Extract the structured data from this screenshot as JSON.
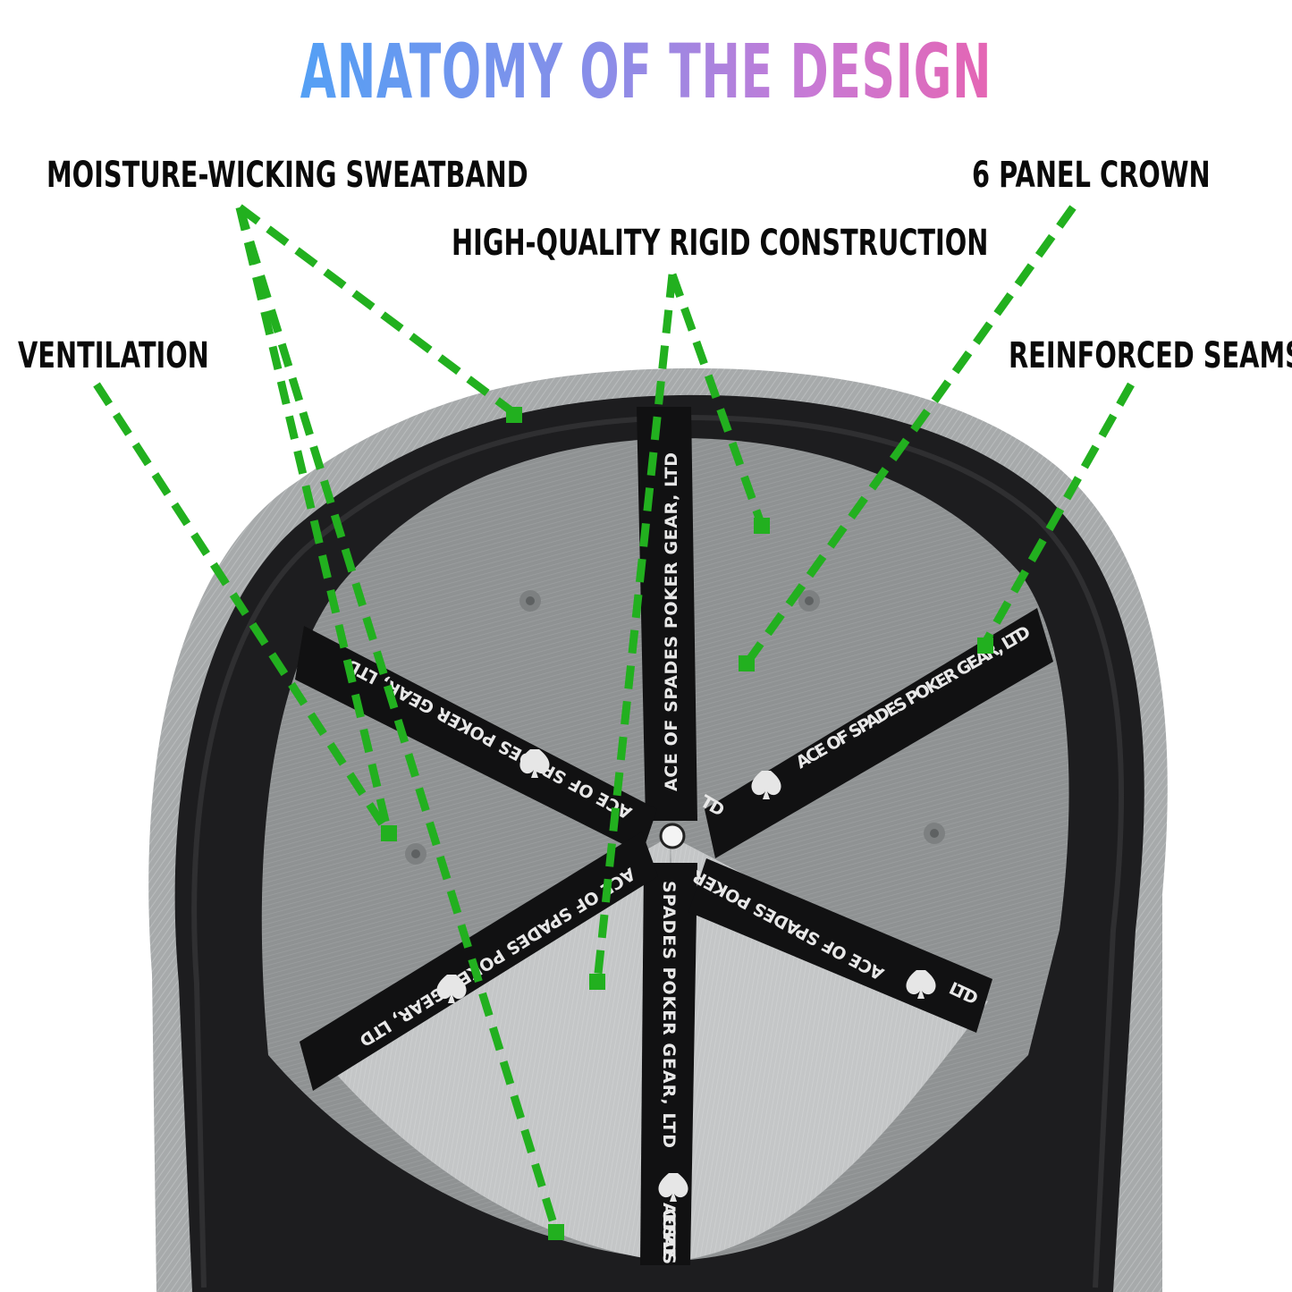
{
  "title": {
    "text": "ANATOMY OF THE DESIGN",
    "gradient_colors": [
      "#4aa3f7",
      "#8b8de8",
      "#c77ad6",
      "#ee5fa9"
    ]
  },
  "callouts": [
    {
      "id": "sweatband",
      "label": "MOISTURE-WICKING SWEATBAND"
    },
    {
      "id": "crown",
      "label": "6 PANEL CROWN"
    },
    {
      "id": "construction",
      "label": "HIGH-QUALITY RIGID CONSTRUCTION"
    },
    {
      "id": "ventilation",
      "label": "VENTILATION"
    },
    {
      "id": "seams",
      "label": "REINFORCED SEAMS"
    }
  ],
  "taping": {
    "text_top": "ACE OF SPADES POKER GEAR, LTD",
    "text_right": "ACE OF SPADES POKER GEAR, LTD",
    "text_left": "ACE OF SPADES POKER GEAR, LTD",
    "text_bottom": "SPADES POKER GEAR, LTD",
    "text_bottom_right": "ACE OF SPADES POKER",
    "text_bottom_left": "ACE OF SPADES POKER GEAR, LTD",
    "text_bottom_tail": "ACE OF SPADES",
    "text_left_tail": "ACE OF SPADES POKER",
    "text_right_tail": "LTD",
    "text_center": "TD"
  },
  "colors": {
    "leader_line": "#22b01f",
    "cap_outer": "#a9acac",
    "crown_panel": "#8d9091",
    "sweatband": "#1d1d1f",
    "tape": "#111112"
  }
}
